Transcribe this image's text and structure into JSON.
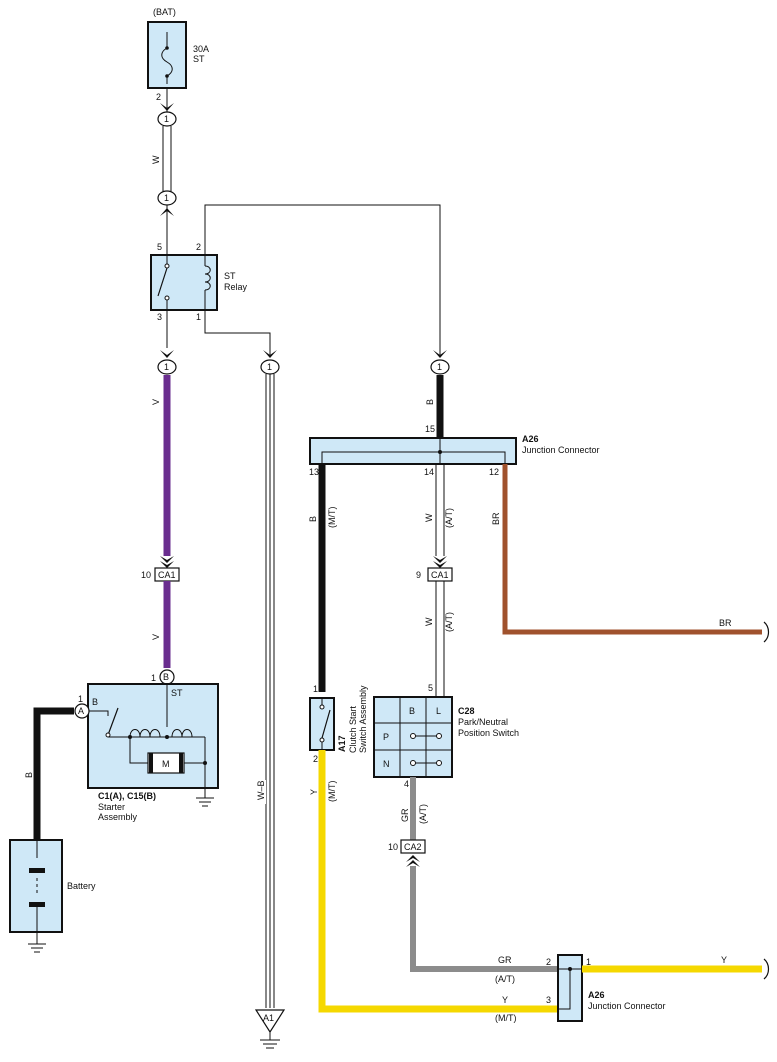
{
  "fuse": {
    "supply": "(BAT)",
    "rating": "30A",
    "name": "ST"
  },
  "relay": {
    "line1": "ST",
    "line2": "Relay"
  },
  "junction_a26_top": {
    "code": "A26",
    "name": "Junction Connector"
  },
  "junction_a26_bottom": {
    "code": "A26",
    "name": "Junction Connector"
  },
  "starter": {
    "code": "C1(A), C15(B)",
    "line1": "Starter",
    "line2": "Assembly",
    "terminal_b": "B",
    "terminal_st": "ST",
    "motor": "M"
  },
  "battery": {
    "name": "Battery"
  },
  "clutch_switch": {
    "code": "A17",
    "line1": "Clutch Start",
    "line2": "Switch Assembly"
  },
  "park_neutral": {
    "code": "C28",
    "line1": "Park/Neutral",
    "line2": "Position Switch",
    "cells": [
      "B",
      "L",
      "P",
      "N"
    ]
  },
  "connectors": {
    "ring_1": "1",
    "ca1": "CA1",
    "ca2": "CA2",
    "a_letter": "A",
    "b_letter": "B",
    "ground_a1": "A1"
  },
  "pins": {
    "fuse_2": "2",
    "relay_5": "5",
    "relay_2": "2",
    "relay_3": "3",
    "relay_1": "1",
    "a26_15": "15",
    "a26_13": "13",
    "a26_14": "14",
    "a26_12": "12",
    "ca1_10": "10",
    "ca1_9": "9",
    "ca2_10": "10",
    "starter_1a": "1",
    "starter_1b": "1",
    "a17_1": "1",
    "a17_2": "2",
    "c28_5": "5",
    "c28_4": "4",
    "a26b_2": "2",
    "a26b_1": "1",
    "a26b_3": "3"
  },
  "wires": {
    "w_fuse": "W",
    "v_upper": "V",
    "v_lower": "V",
    "b_battery": "B",
    "wb_ground": "W–B",
    "b_a26_in": "B",
    "b_mt": "B",
    "b_mt_tag": "(M/T)",
    "w_at": "W",
    "w_at_tag": "(A/T)",
    "w_at2": "W",
    "w_at2_tag": "(A/T)",
    "br_vert": "BR",
    "br_horiz": "BR",
    "y_mt": "Y",
    "y_mt_tag": "(M/T)",
    "gr_at": "GR",
    "gr_at_tag": "(A/T)",
    "gr_horiz": "GR",
    "gr_horiz_tag": "(A/T)",
    "y_horiz": "Y",
    "y_horiz_tag": "(M/T)",
    "y_out": "Y"
  },
  "colors": {
    "violet": "#6a2d8f",
    "brown": "#a0522d",
    "yellow": "#f5d800",
    "gray": "#8c8c8c",
    "black": "#111111",
    "component_fill": "#cfe8f7"
  }
}
